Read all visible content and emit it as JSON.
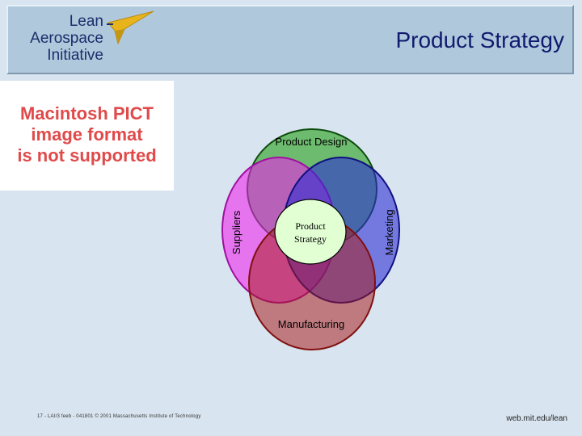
{
  "header": {
    "logo_lines": [
      "Lean",
      "Aerospace",
      "Initiative"
    ],
    "title": "Product Strategy"
  },
  "pict_placeholder": {
    "lines": [
      "Macintosh PICT",
      "image format",
      "is not supported"
    ]
  },
  "diagram": {
    "top_label": "Product Design",
    "left_label": "Suppliers",
    "right_label": "Marketing",
    "bottom_label": "Manufacturing",
    "center_line1": "Product",
    "center_line2": "Strategy",
    "colors": {
      "product_design": "#3aa830",
      "suppliers": "#ee22ee",
      "marketing": "#2b2bd6",
      "manufacturing": "#a81818",
      "center": "#e2ffd4"
    }
  },
  "footer": {
    "left": "17 - LAI/3 feeb - 041801 © 2001 Massachusetts Institute of Technology",
    "right": "web.mit.edu/lean"
  }
}
